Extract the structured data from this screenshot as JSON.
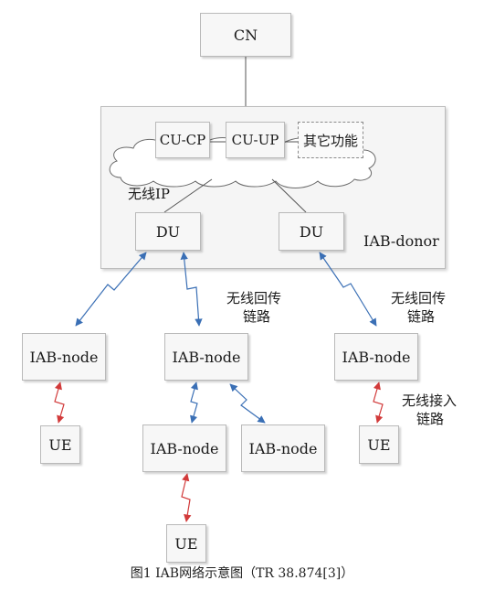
{
  "nodes": {
    "cn": "CN",
    "cu_cp": "CU-CP",
    "cu_up": "CU-UP",
    "other_functions": "其它功能",
    "du_left": "DU",
    "du_right": "DU",
    "iab_node_1": "IAB-node",
    "iab_node_2": "IAB-node",
    "iab_node_3": "IAB-node",
    "iab_node_4": "IAB-node",
    "iab_node_5": "IAB-node",
    "ue_1": "UE",
    "ue_2": "UE",
    "ue_3": "UE"
  },
  "labels": {
    "wireless_ip": "无线IP",
    "iab_donor": "IAB-donor",
    "backhaul_1_line1": "无线回传",
    "backhaul_1_line2": "链路",
    "backhaul_2_line1": "无线回传",
    "backhaul_2_line2": "链路",
    "access_line1": "无线接入",
    "access_line2": "链路"
  },
  "caption": "图1   IAB网络示意图（TR 38.874[3]）",
  "colors": {
    "backhaul_link": "#3a6fb5",
    "access_link": "#d23a3a"
  }
}
